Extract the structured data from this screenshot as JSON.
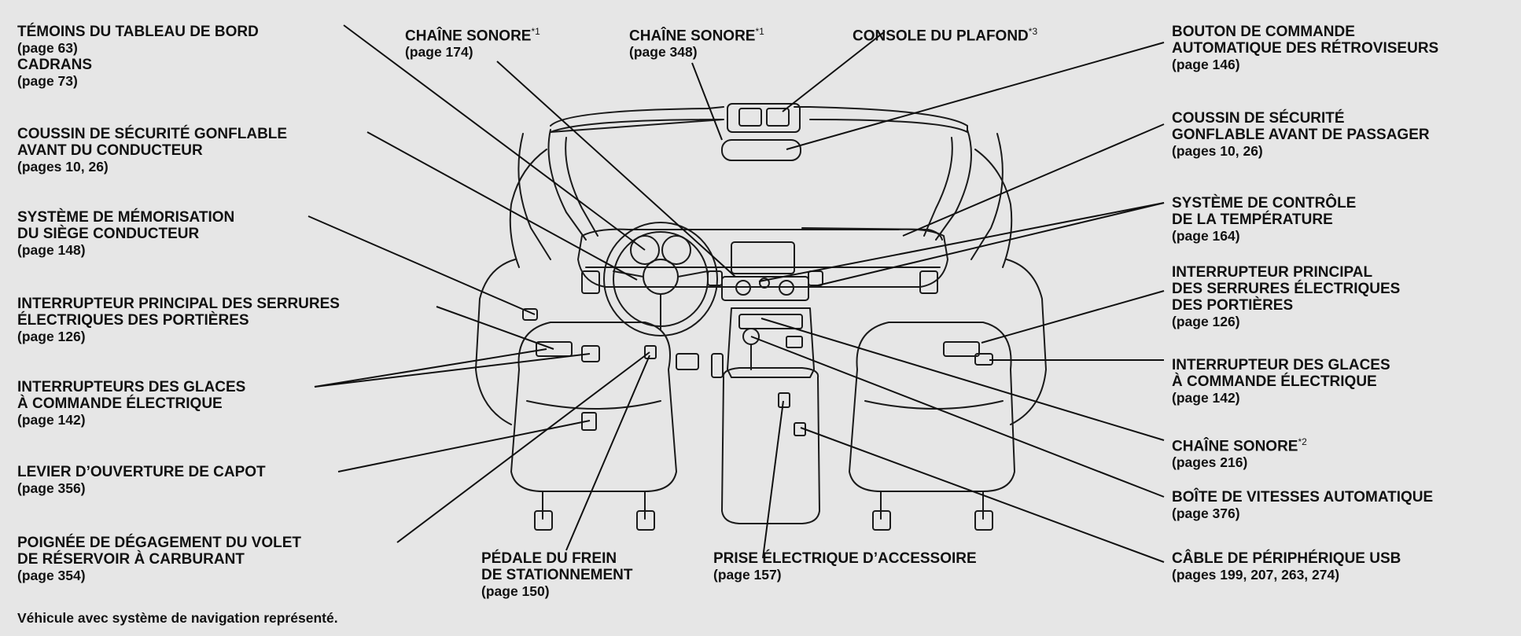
{
  "caption": "Véhicule avec système de navigation représenté.",
  "callouts": {
    "temoins": {
      "lines": [
        "TÉMOINS DU TABLEAU DE BORD"
      ],
      "page1": "(page 63)",
      "lines2": [
        "CADRANS"
      ],
      "page2": "(page 73)"
    },
    "chaine174": {
      "lines": [
        "CHAÎNE SONORE"
      ],
      "sup": "*1",
      "page": "(page 174)"
    },
    "chaine348": {
      "lines": [
        "CHAÎNE SONORE"
      ],
      "sup": "*1",
      "page": "(page 348)"
    },
    "console": {
      "lines": [
        "CONSOLE DU PLAFOND"
      ],
      "sup": "*3"
    },
    "bouton": {
      "lines": [
        "BOUTON DE COMMANDE",
        "AUTOMATIQUE DES RÉTROVISEURS"
      ],
      "page": "(page 146)"
    },
    "coussinConducteur": {
      "lines": [
        "COUSSIN DE SÉCURITÉ GONFLABLE",
        "AVANT DU CONDUCTEUR"
      ],
      "page": "(pages 10, 26)"
    },
    "coussinPassager": {
      "lines": [
        "COUSSIN DE SÉCURITÉ",
        "GONFLABLE AVANT DE PASSAGER"
      ],
      "page": "(pages 10, 26)"
    },
    "memorisation": {
      "lines": [
        "SYSTÈME DE MÉMORISATION",
        "DU SIÈGE CONDUCTEUR"
      ],
      "page": "(page 148)"
    },
    "temperature": {
      "lines": [
        "SYSTÈME DE CONTRÔLE",
        "DE LA TEMPÉRATURE"
      ],
      "page": "(page 164)"
    },
    "serruresGauche": {
      "lines": [
        "INTERRUPTEUR PRINCIPAL DES SERRURES",
        "ÉLECTRIQUES DES PORTIÈRES"
      ],
      "page": "(page 126)"
    },
    "serruresDroite": {
      "lines": [
        "INTERRUPTEUR PRINCIPAL",
        "DES SERRURES ÉLECTRIQUES",
        "DES PORTIÈRES"
      ],
      "page": "(page 126)"
    },
    "glacesGauche": {
      "lines": [
        "INTERRUPTEURS DES GLACES",
        "À COMMANDE ÉLECTRIQUE"
      ],
      "page": "(page 142)"
    },
    "glacesDroite": {
      "lines": [
        "INTERRUPTEUR DES GLACES",
        "À COMMANDE ÉLECTRIQUE"
      ],
      "page": "(page 142)"
    },
    "capot": {
      "lines": [
        "LEVIER D’OUVERTURE DE CAPOT"
      ],
      "page": "(page 356)"
    },
    "chaine216": {
      "lines": [
        "CHAÎNE SONORE"
      ],
      "sup": "*2",
      "page": "(pages 216)"
    },
    "boite": {
      "lines": [
        "BOÎTE DE VITESSES AUTOMATIQUE"
      ],
      "page": "(page 376)"
    },
    "poignee": {
      "lines": [
        "POIGNÉE DE DÉGAGEMENT DU VOLET",
        "DE RÉSERVOIR À CARBURANT"
      ],
      "page": "(page 354)"
    },
    "pedale": {
      "lines": [
        "PÉDALE DU FREIN",
        "DE STATIONNEMENT"
      ],
      "page": "(page 150)"
    },
    "prise": {
      "lines": [
        "PRISE ÉLECTRIQUE D’ACCESSOIRE"
      ],
      "page": "(page 157)"
    },
    "usb": {
      "lines": [
        "CÂBLE DE PÉRIPHÉRIQUE USB"
      ],
      "page": "(pages 199, 207, 263, 274)"
    }
  }
}
